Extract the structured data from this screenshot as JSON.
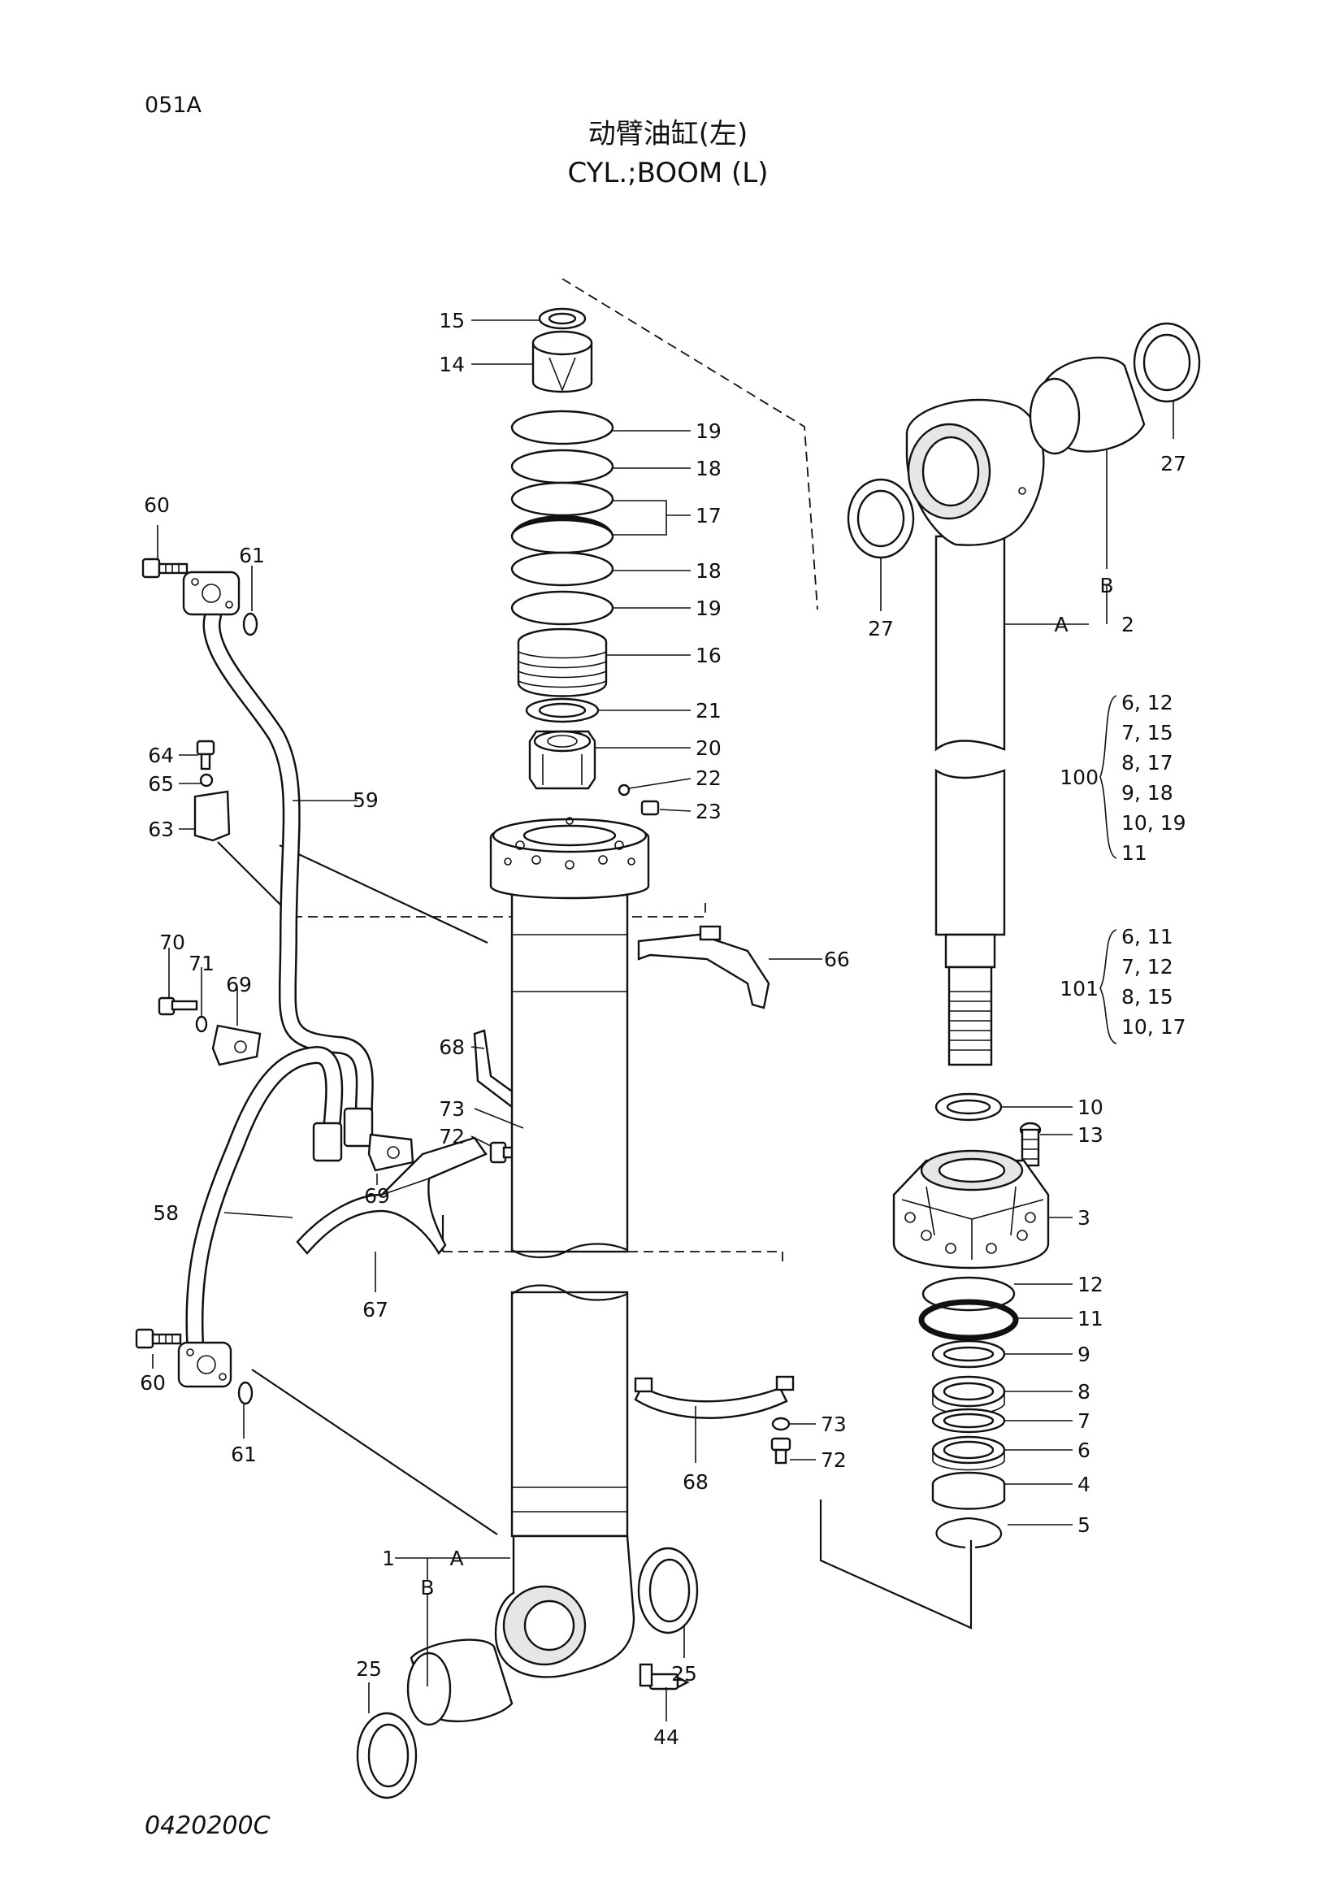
{
  "page": {
    "code": "051A",
    "title_cn": "动臂油缸(左)",
    "title_en": "CYL.;BOOM (L)",
    "doc_number": "0420200C"
  },
  "callouts": {
    "c1": "1",
    "c2": "2",
    "c3": "3",
    "c4": "4",
    "c5": "5",
    "c6": "6",
    "c7": "7",
    "c8": "8",
    "c9": "9",
    "c10": "10",
    "c11": "11",
    "c12": "12",
    "c13": "13",
    "c14": "14",
    "c15": "15",
    "c16": "16",
    "c17": "17",
    "c18": "18",
    "c18b": "18",
    "c19": "19",
    "c19b": "19",
    "c20": "20",
    "c21": "21",
    "c22": "22",
    "c23": "23",
    "c25": "25",
    "c25b": "25",
    "c27": "27",
    "c27b": "27",
    "c44": "44",
    "c58": "58",
    "c59": "59",
    "c60": "60",
    "c60b": "60",
    "c61": "61",
    "c61b": "61",
    "c63": "63",
    "c64": "64",
    "c65": "65",
    "c66": "66",
    "c67": "67",
    "c68": "68",
    "c68b": "68",
    "c69": "69",
    "c69b": "69",
    "c70": "70",
    "c71": "71",
    "c72": "72",
    "c72b": "72",
    "c73": "73",
    "c73b": "73"
  },
  "markers": {
    "a1": "A",
    "a2": "A",
    "b1": "B",
    "b2": "B"
  },
  "kits": {
    "k100": {
      "number": "100",
      "lines": [
        "6, 12",
        "7, 15",
        "8, 17",
        "9, 18",
        "10, 19",
        "11"
      ]
    },
    "k101": {
      "number": "101",
      "lines": [
        "6, 11",
        "7, 12",
        "8, 15",
        "10, 17"
      ]
    }
  }
}
